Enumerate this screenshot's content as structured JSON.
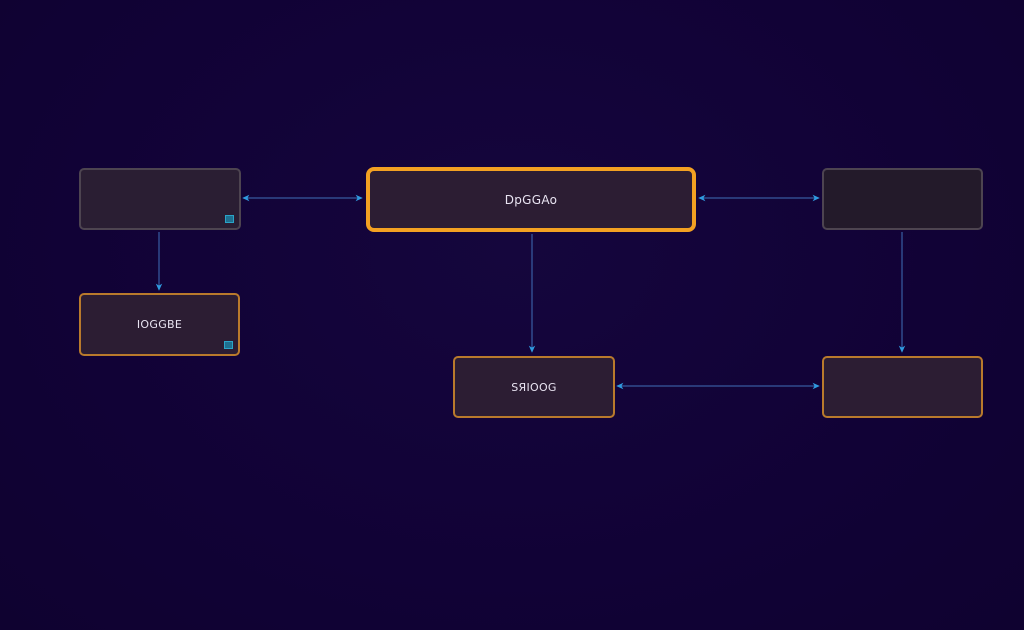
{
  "diagram": {
    "nodes": [
      {
        "id": "n-top-left",
        "label": "",
        "style": "gray",
        "has_port": true
      },
      {
        "id": "n-top-center",
        "label": "DpGGAo",
        "style": "primary",
        "has_port": false
      },
      {
        "id": "n-top-right",
        "label": "",
        "style": "gray",
        "has_port": false
      },
      {
        "id": "n-mid-left",
        "label": "IOGGBE",
        "style": "orange",
        "has_port": true
      },
      {
        "id": "n-bottom-center",
        "label": "SЯIOOG",
        "style": "orange",
        "has_port": false
      },
      {
        "id": "n-bottom-right",
        "label": "",
        "style": "orange",
        "has_port": false
      }
    ],
    "edges": [
      {
        "from": "n-top-center",
        "to": "n-top-left",
        "bidirectional": true
      },
      {
        "from": "n-top-right",
        "to": "n-top-center",
        "bidirectional": true
      },
      {
        "from": "n-top-left",
        "to": "n-mid-left",
        "bidirectional": false
      },
      {
        "from": "n-top-center",
        "to": "n-bottom-center",
        "bidirectional": false
      },
      {
        "from": "n-top-right",
        "to": "n-bottom-right",
        "bidirectional": false
      },
      {
        "from": "n-bottom-right",
        "to": "n-bottom-center",
        "bidirectional": true
      }
    ],
    "colors": {
      "background": "#110236",
      "edge": "#3f6fb8",
      "arrow": "#2f9be0",
      "primary_border": "#f3a122",
      "secondary_border": "#b97a2c",
      "neutral_border": "#4d4450"
    }
  }
}
